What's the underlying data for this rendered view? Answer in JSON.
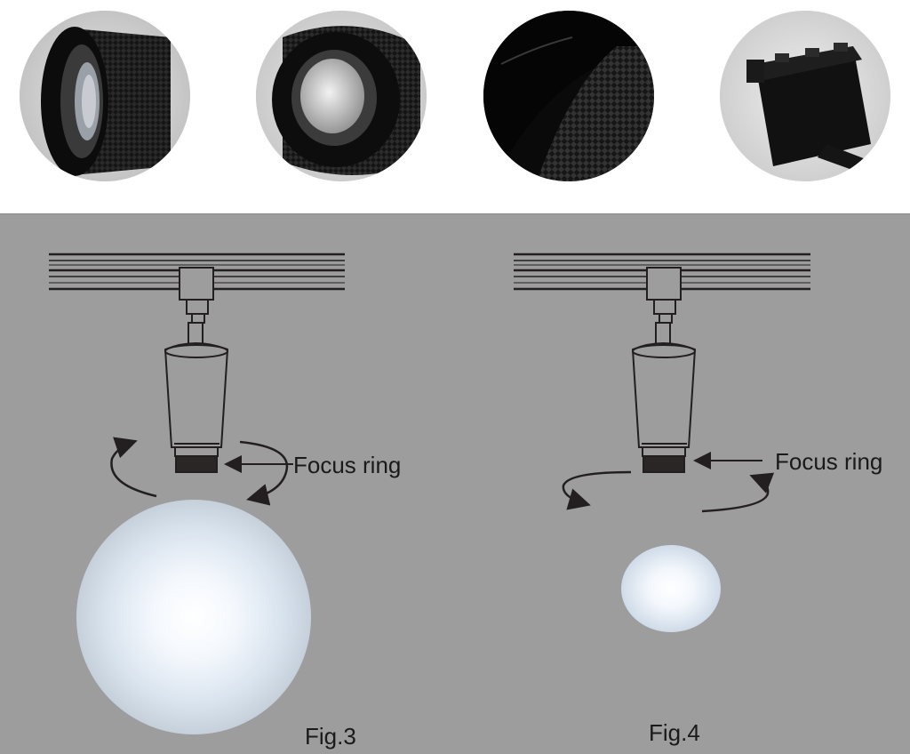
{
  "photos": [
    {
      "name": "photo-head-side-view"
    },
    {
      "name": "photo-head-lens-view"
    },
    {
      "name": "photo-head-closeup-knurl"
    },
    {
      "name": "photo-track-adapter"
    }
  ],
  "figures": [
    {
      "caption": "Fig.3",
      "callout": "Focus ring",
      "beam": "wide"
    },
    {
      "caption": "Fig.4",
      "callout": "Focus ring",
      "beam": "narrow"
    }
  ],
  "colors": {
    "panel_bg": "#9d9d9d",
    "line": "#231f20",
    "light_core": "#ffffff",
    "light_glow": "#d8e4f2",
    "product_black": "#111111"
  }
}
